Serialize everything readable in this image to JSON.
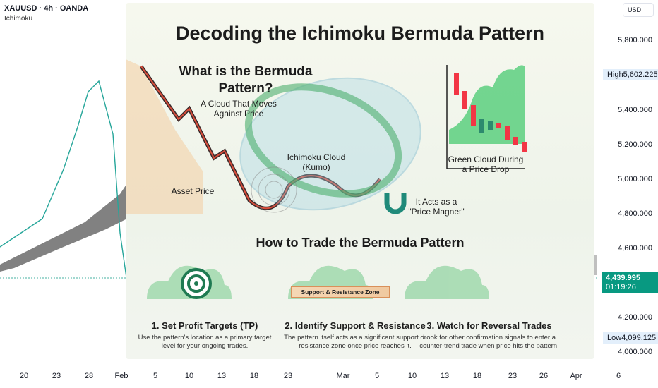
{
  "header": {
    "symbol": "XAUUSD · 4h · OANDA",
    "indicator": "Ichimoku"
  },
  "infographic": {
    "title": "Decoding the Ichimoku Bermuda Pattern",
    "what_title": "What is the Bermuda Pattern?",
    "cloud_moves": "A Cloud That Moves Against Price",
    "asset_price": "Asset Price",
    "kumo": "Ichimoku Cloud (Kumo)",
    "magnet": "It Acts as a \"Price Magnet\"",
    "green_cloud": "Green Cloud During a Price Drop",
    "how_title": "How to Trade the Bermuda Pattern",
    "zone_label": "Support & Resistance Zone",
    "steps": [
      {
        "title": "1. Set Profit Targets (TP)",
        "text": "Use the pattern's location as a primary target level for your ongoing trades."
      },
      {
        "title": "2. Identify Support & Resistance",
        "text": "The pattern itself acts as a significant support or resistance zone once price reaches it."
      },
      {
        "title": "3. Watch for Reversal Trades",
        "text": "Look for other confirmation signals to enter a counter-trend trade when price hits the pattern."
      }
    ]
  },
  "price_axis": {
    "currency": "USD",
    "ticks": [
      "5,800.000",
      "5,400.000",
      "5,200.000",
      "5,000.000",
      "4,800.000",
      "4,600.000",
      "4,200.000",
      "4,000.000"
    ],
    "high_label": "High",
    "high_value": "5,602.225",
    "low_label": "Low",
    "low_value": "4,099.125",
    "current_price": "4,439.995",
    "countdown": "01:19:26"
  },
  "time_axis": [
    "20",
    "23",
    "28",
    "Feb",
    "5",
    "10",
    "13",
    "18",
    "23",
    "Mar",
    "5",
    "10",
    "13",
    "18",
    "23",
    "26",
    "Apr",
    "6"
  ],
  "colors": {
    "up": "#089981",
    "down": "#f23645",
    "cloud": "#6b6b6b"
  }
}
